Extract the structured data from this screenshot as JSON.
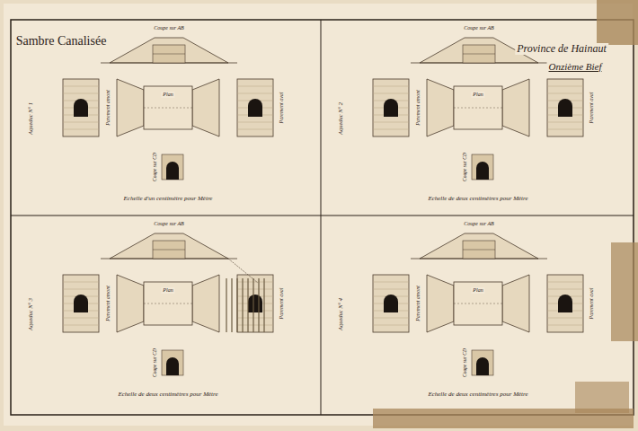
{
  "diagram": {
    "title": "Sambre Canalisée",
    "labels": [
      "Province de Hainaut",
      "Onzième Bief",
      "Aqueduc N° 1",
      "Coupe sur AB",
      "Plan",
      "Parement amont",
      "Parement aval",
      "Coupe sur CD",
      "Echelle d'un centimètre pour Mètre",
      "Aqueduc N° 2",
      "Coupe sur AB",
      "Plan",
      "Parement amont",
      "Parement aval",
      "Coupe sur CD",
      "Echelle de deux centimètres pour Mètre",
      "Aqueduc N° 3",
      "Coupe sur AB",
      "Plan",
      "Parement amont",
      "Parement aval",
      "Coupe sur CD",
      "Echelle de deux centimètres pour Mètre",
      "Aqueduc N° 4",
      "Coupe sur AB",
      "Plan",
      "Parement amont",
      "Parement aval",
      "Coupe sur CD",
      "Echelle de deux centimètres pour Mètre"
    ]
  }
}
